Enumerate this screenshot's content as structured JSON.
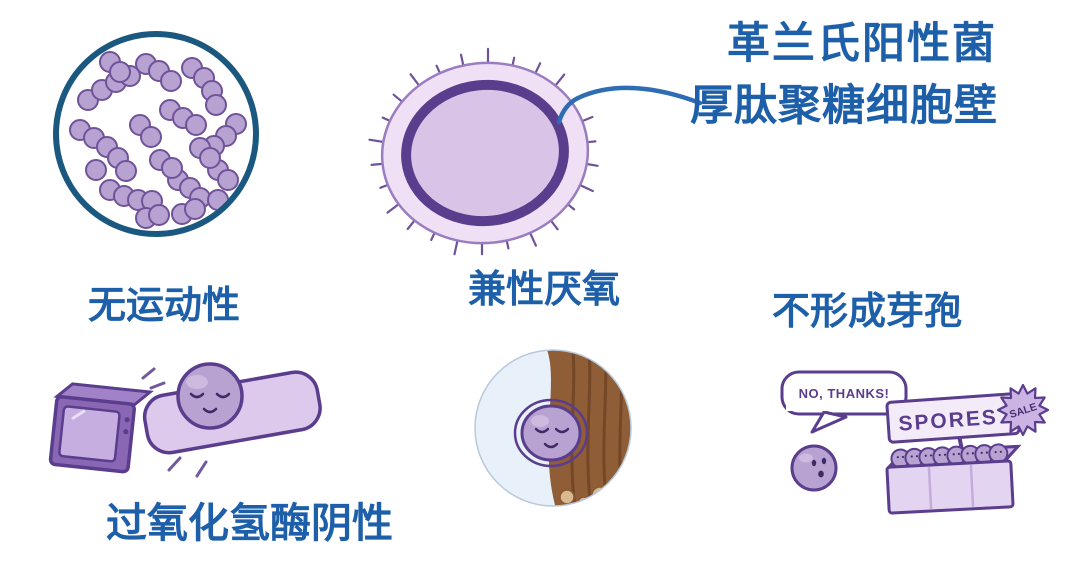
{
  "header": {
    "gram_positive": "革兰氏阳性菌",
    "cell_wall": "厚肽聚糖细胞壁"
  },
  "features": {
    "non_motile": "无运动性",
    "facultative_anaerobe": "兼性厌氧",
    "no_spores": "不形成芽孢",
    "catalase_negative": "过氧化氢酶阴性"
  },
  "spores_scene": {
    "speech_bubble": "NO, THANKS!",
    "sign": "SPORES",
    "badge": "SALE"
  },
  "colors": {
    "label_blue": "#1d5fa8",
    "outline_purple": "#5a3d8c",
    "bacteria_purple": "#b7a2d2",
    "light_purple": "#dcc9ec",
    "microscope_ring": "#1b5880",
    "pointer_blue": "#2e6cb4",
    "wood_brown": "#8f5d36",
    "air_blue": "#e8f0fa"
  }
}
